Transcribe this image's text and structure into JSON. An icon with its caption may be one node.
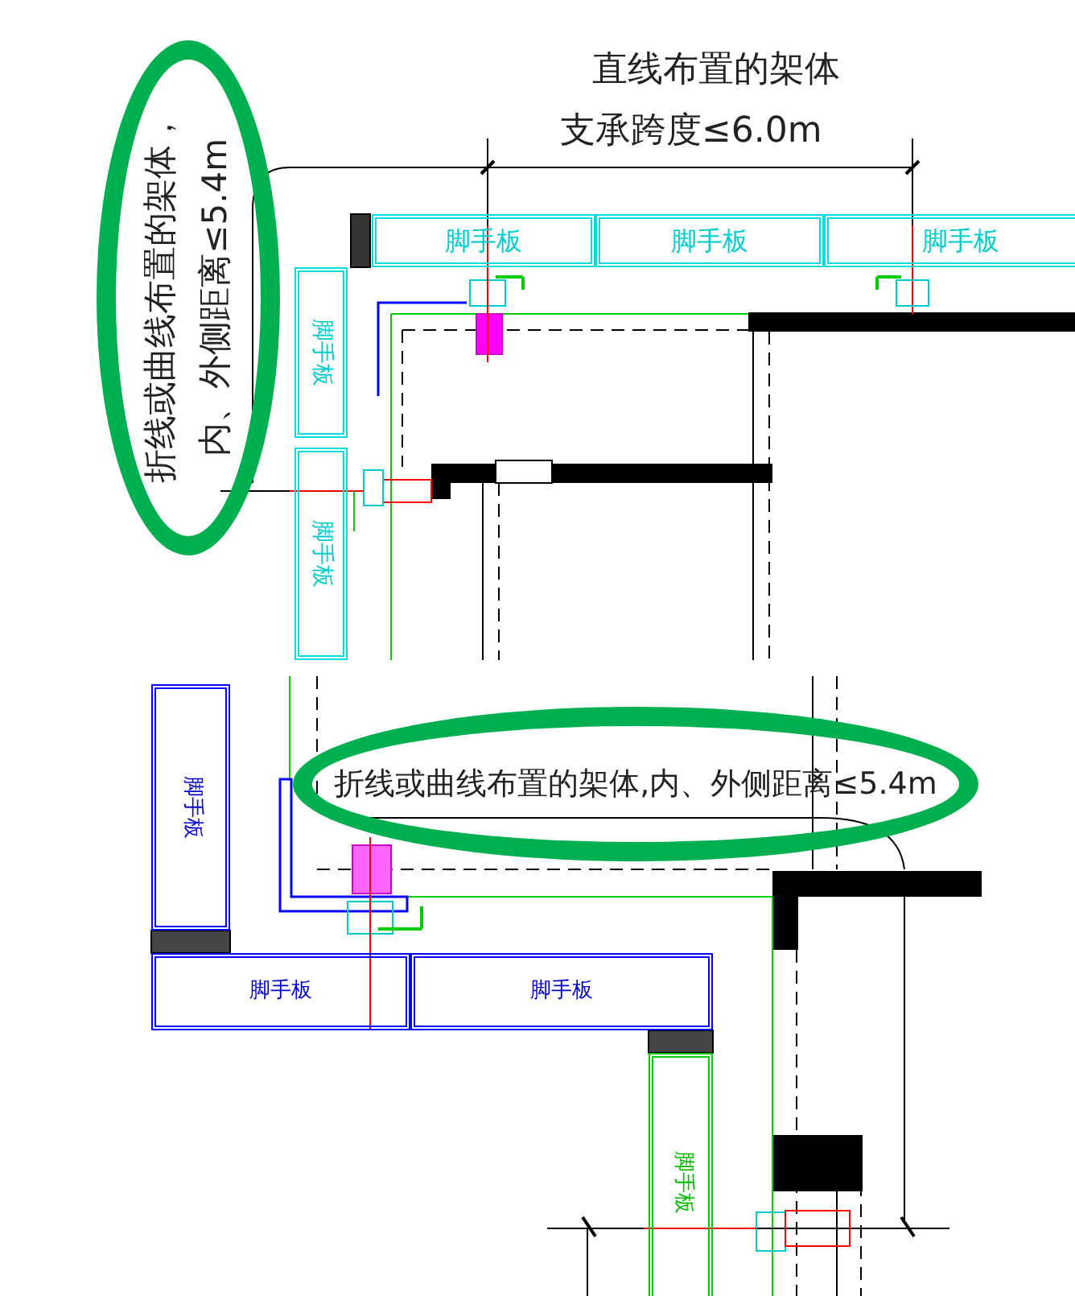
{
  "diagram": {
    "nodes": [
      {
        "text": [
          "折线或曲线布置的架体，内、外侧距离≤5.4m"
        ]
      },
      {
        "text": [
          "脚手板"
        ]
      },
      {
        "text": [
          "脚手板"
        ]
      },
      {
        "text": [
          "脚手板"
        ]
      },
      {
        "text": [
          "脚手板"
        ]
      },
      {
        "text": [
          "脚手板"
        ]
      },
      {
        "text": [
          "折线或曲线布置的架体,内、外侧距离≤5.4m"
        ]
      },
      {
        "text": [
          "脚手板"
        ]
      },
      {
        "text": [
          "脚手板"
        ]
      },
      {
        "text": [
          "脚手板"
        ]
      },
      {
        "text": [
          "脚手板"
        ]
      }
    ],
    "labels": [
      "直线布置的架体",
      "支承跨度≤6.0m"
    ]
  }
}
